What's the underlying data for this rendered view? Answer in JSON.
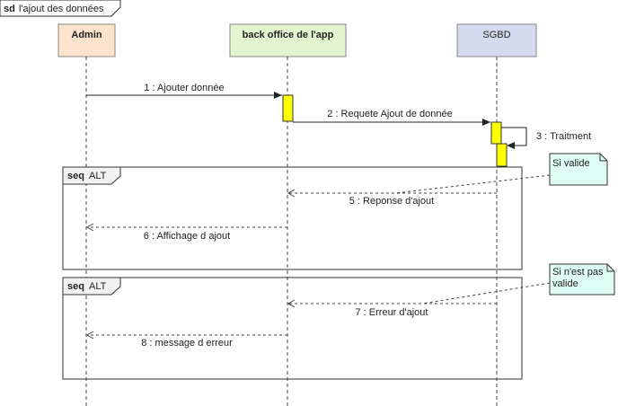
{
  "frame": {
    "keyword": "sd",
    "title": "l'ajout des données"
  },
  "participants": {
    "admin": {
      "name": "Admin",
      "fill": "#fde3cc"
    },
    "backoffice": {
      "name": "back office de l'app",
      "fill": "#e2f5cf"
    },
    "sgbd": {
      "name": "SGBD",
      "fill": "#d5dbef"
    }
  },
  "messages": {
    "m1": "1 : Ajouter donnée",
    "m2": "2 : Requete  Ajout de donnée",
    "m3": "3 : Traitment",
    "m5": "5 : Reponse d'ajout",
    "m6": "6 : Affichage d ajout",
    "m7": "7 : Erreur d'ajout",
    "m8": "8 : message d erreur"
  },
  "fragments": {
    "alt1": {
      "keyword": "seq",
      "label": "ALT"
    },
    "alt2": {
      "keyword": "seq",
      "label": "ALT"
    }
  },
  "notes": {
    "valid": "Si valide",
    "invalid_line1": "Si n'est pas",
    "invalid_line2": "valide"
  },
  "colors": {
    "activation": "#ffff00",
    "note": "#dffcf5",
    "line": "#555555"
  }
}
